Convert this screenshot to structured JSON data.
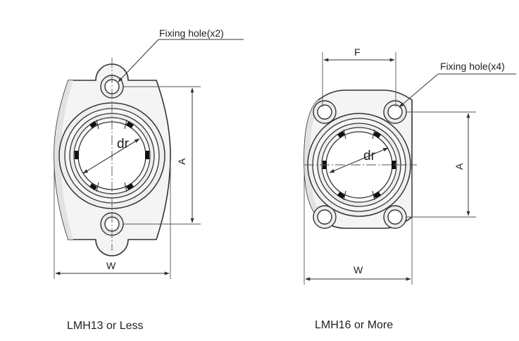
{
  "left": {
    "callout": "Fixing hole(x2)",
    "dim_a": "A",
    "dim_w": "W",
    "bore": "dr",
    "caption": "LMH13 or Less"
  },
  "right": {
    "callout": "Fixing hole(x4)",
    "dim_f": "F",
    "dim_a": "A",
    "dim_w": "W",
    "bore": "dr",
    "caption": "LMH16 or More"
  }
}
